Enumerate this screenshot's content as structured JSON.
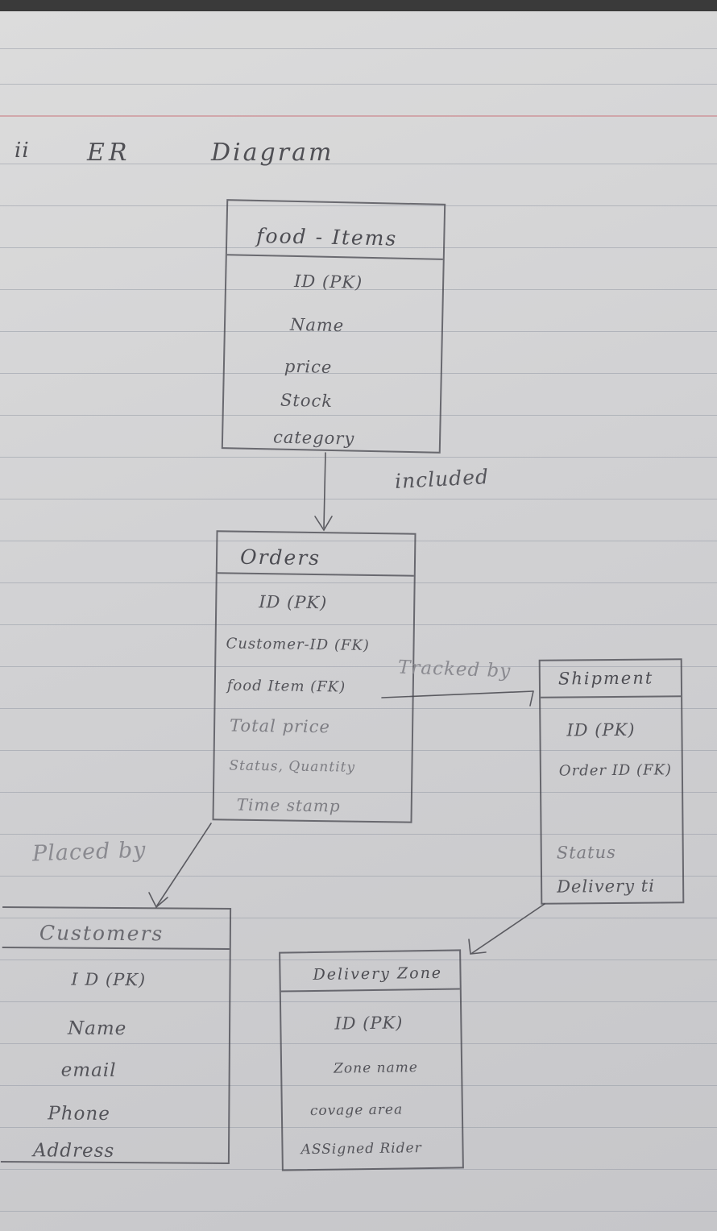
{
  "heading": {
    "number": "ii",
    "title_er": "ER",
    "title_diagram": "Diagram"
  },
  "entities": {
    "food_items": {
      "name": "food - Items",
      "attributes": [
        "ID (PK)",
        "Name",
        "price",
        "Stock",
        "category"
      ]
    },
    "orders": {
      "name": "Orders",
      "attributes": [
        "ID (PK)",
        "Customer-ID (FK)",
        "food Item (FK)",
        "Total price",
        "Status, Quantity",
        "Time stamp"
      ]
    },
    "shipment": {
      "name": "Shipment",
      "attributes": [
        "ID (PK)",
        "Order ID (FK)",
        "Status",
        "Delivery ti"
      ]
    },
    "customers": {
      "name": "Customers",
      "attributes": [
        "I D (PK)",
        "Name",
        "email",
        "Phone",
        "Address"
      ]
    },
    "delivery_zone": {
      "name": "Delivery Zone",
      "attributes": [
        "ID (PK)",
        "Zone name",
        "covage area",
        "ASSigned Rider"
      ]
    }
  },
  "relationships": {
    "included": "included",
    "tracked_by": "Tracked by",
    "placed_by": "Placed by"
  },
  "colors": {
    "paper": "#d4d4d6",
    "pencil": "#4f4f54",
    "rule": "#9aa0aa",
    "margin": "#cd969b"
  }
}
